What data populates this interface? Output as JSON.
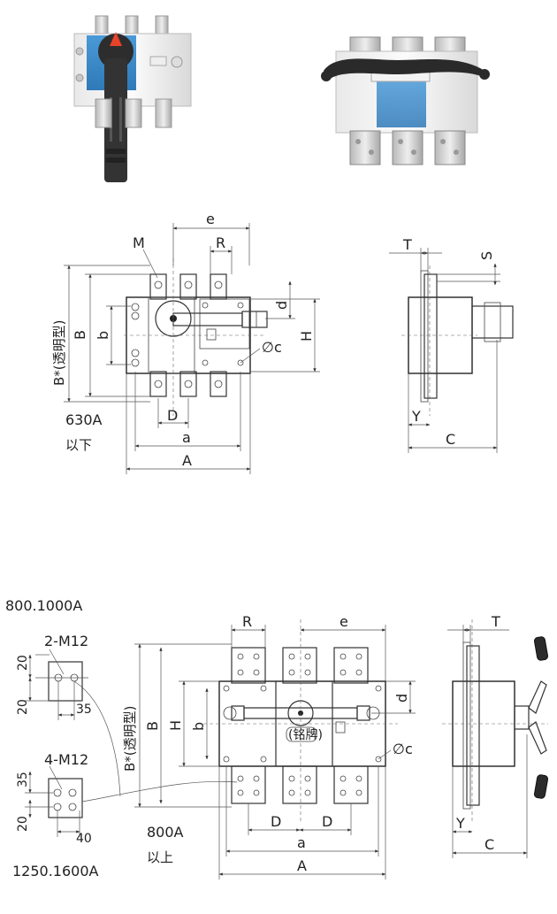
{
  "photo_small": {
    "name": "switch-photo-630a"
  },
  "photo_large": {
    "name": "switch-photo-800a"
  },
  "drawing_top": {
    "labels": {
      "e": "e",
      "M": "M",
      "R": "R",
      "B_star": "B*(透明型)",
      "B": "B",
      "b": "b",
      "d": "d",
      "H": "H",
      "c": "∅c",
      "D": "D",
      "a": "a",
      "A": "A",
      "rating": "630A",
      "rating_note": "以下"
    }
  },
  "drawing_side_top": {
    "labels": {
      "T": "T",
      "S": "S",
      "Y": "Y",
      "C": "C"
    }
  },
  "drawing_bottom": {
    "series_label": "800.1000A",
    "m12_2_label": "2-M12",
    "m12_2_dims": {
      "h1": "20",
      "h2": "20",
      "w": "35"
    },
    "m12_4_label": "4-M12",
    "m12_4_dims": {
      "h1": "35",
      "h2": "20",
      "w": "40"
    },
    "series_label_bottom": "1250.1600A",
    "labels": {
      "R": "R",
      "e": "e",
      "B_star": "B*(透明型)",
      "B": "B",
      "H": "H",
      "b": "b",
      "d": "d",
      "c": "∅c",
      "D1": "D",
      "D2": "D",
      "a": "a",
      "A": "A",
      "nameplate": "(铭牌)",
      "rating": "800A",
      "rating_note": "以上"
    }
  },
  "drawing_side_bottom": {
    "labels": {
      "T": "T",
      "Y": "Y",
      "C": "C"
    }
  }
}
